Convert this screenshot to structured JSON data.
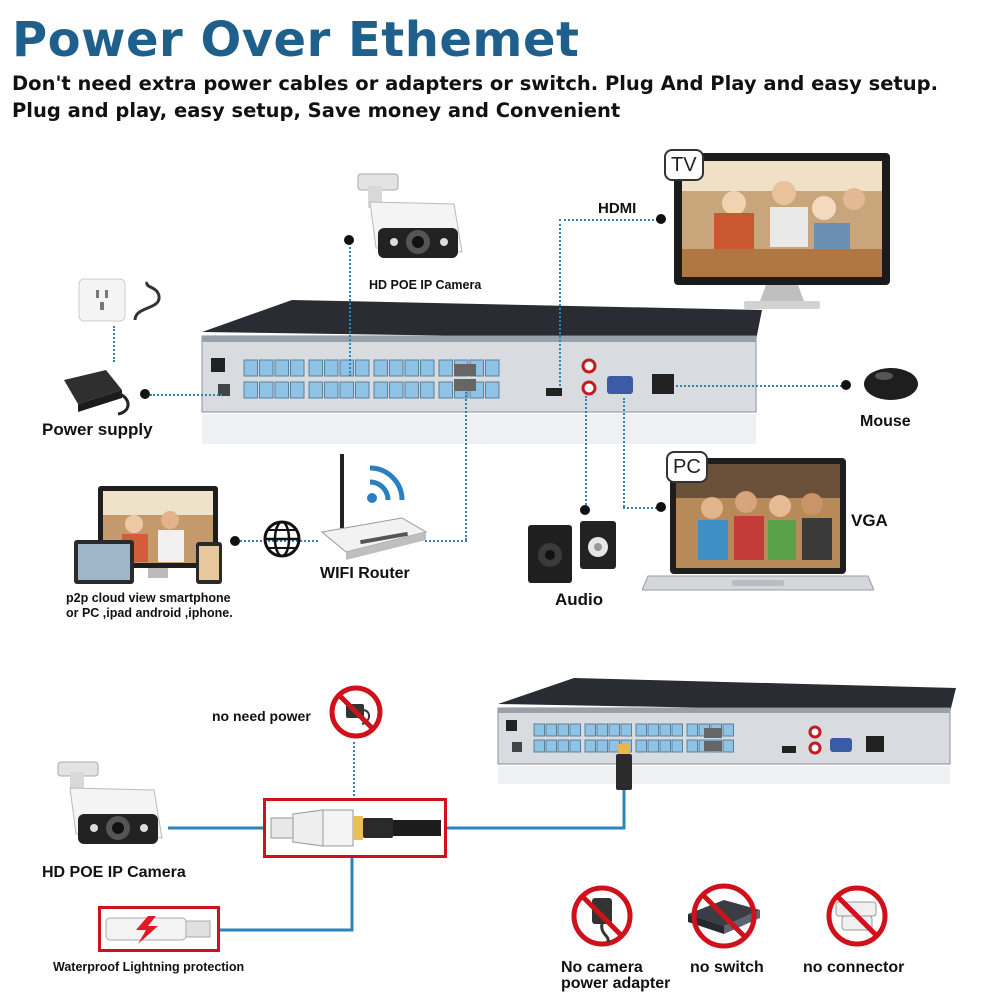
{
  "header": {
    "title": "Power Over Ethemet",
    "subtitle_line1": "Don't need extra power cables or adapters or switch. Plug And Play and easy setup.",
    "subtitle_line2": "Plug and play, easy setup, Save money and Convenient"
  },
  "diagram": {
    "camera_label": "HD POE IP Camera",
    "hdmi_label": "HDMI",
    "tv_tag": "TV",
    "pc_tag": "PC",
    "power_supply_label": "Power supply",
    "mouse_label": "Mouse",
    "vga_label": "VGA",
    "audio_label": "Audio",
    "router_label": "WIFI Router",
    "p2p_line1": "p2p cloud view smartphone",
    "p2p_line2": "or PC ,ipad android ,iphone."
  },
  "poe": {
    "no_power_label": "no need power",
    "camera_label": "HD POE IP Camera",
    "lightning_label": "Waterproof Lightning protection",
    "no_adapter_line1": "No camera",
    "no_adapter_line2": "power adapter",
    "no_switch_label": "no switch",
    "no_connector_label": "no connector"
  },
  "colors": {
    "title": "#1f5f8b",
    "line": "#2a86b9",
    "red_box": "#d0101a",
    "nvr_body": "#2a2c33",
    "port_blue": "#8fc3e6"
  },
  "icons": {
    "camera": "bullet-camera-icon",
    "tv": "tv-monitor-icon",
    "pc": "laptop-icon",
    "router": "wifi-router-icon",
    "globe": "globe-icon",
    "wifi": "wifi-signal-icon",
    "outlet": "power-outlet-icon",
    "adapter": "power-adapter-icon",
    "mouse": "mouse-icon",
    "speakers": "speaker-icon",
    "no_power": "no-power-icon",
    "no_switch": "no-switch-icon",
    "no_connector": "no-connector-icon"
  }
}
